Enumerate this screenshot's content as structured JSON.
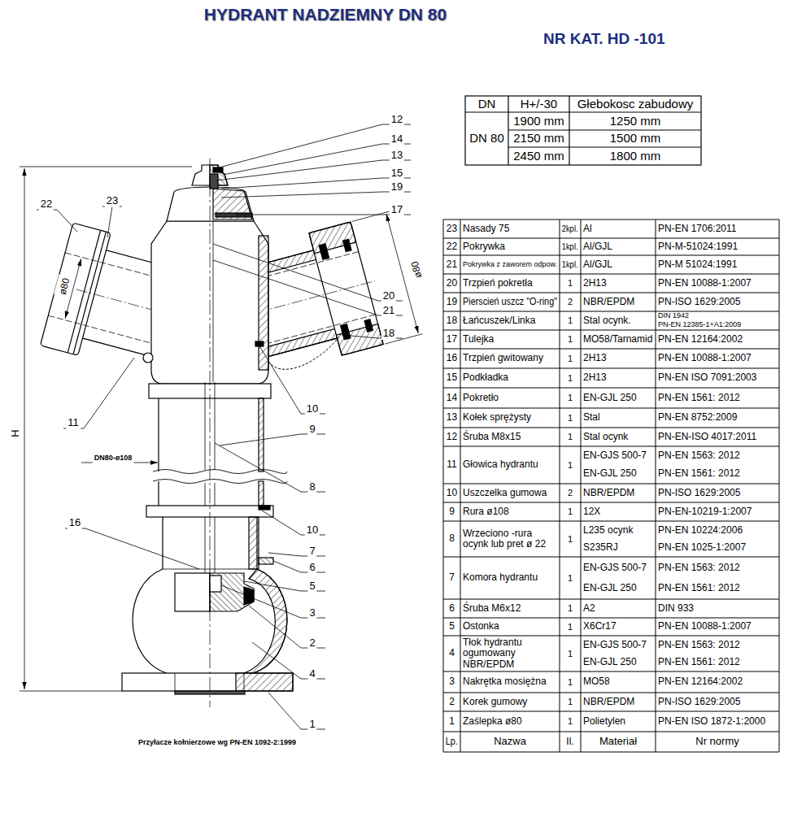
{
  "diagram": {
    "title": "HYDRANT NADZIEMNY DN 80",
    "labels": [
      "NR KAT. HD -101",
      "DN",
      "H+/-30",
      "Głebokosc zabudowy",
      "DN 80",
      "1900 mm",
      "1250 mm",
      "2150 mm",
      "1500 mm",
      "2450 mm",
      "1800 mm",
      "23",
      "Nasady 75",
      "2kpl.",
      "Al",
      "PN-EN 1706:2011",
      "22",
      "Pokrywka",
      "1kpl.",
      "Al/GJL",
      "PN-M-51024:1991",
      "21",
      "Pokrywka z zaworem odpow.",
      "1kpl.",
      "Al/GJL",
      "PN-M 51024:1991",
      "20",
      "Trzpień pokretła",
      "1",
      "2H13",
      "PN-EN 10088-1:2007",
      "19",
      "Pierscień uszcz \"O-ring\"",
      "2",
      "NBR/EPDM",
      "PN-ISO 1629:2005",
      "18",
      "Łańcuszek/Linka",
      "1",
      "Stal ocynk.",
      "DIN 1942",
      "PN-EN 12385-1+A1:2009",
      "17",
      "Tulejka",
      "1",
      "MO58/Tarnamid",
      "PN-EN 12164:2002",
      "16",
      "Trzpień gwitowany",
      "1",
      "2H13",
      "PN-EN 10088-1:2007",
      "15",
      "Podkładka",
      "1",
      "2H13",
      "PN-EN ISO 7091:2003",
      "14",
      "Pokretło",
      "1",
      "EN-GJL 250",
      "PN-EN 1561: 2012",
      "13",
      "Kołek sprężysty",
      "1",
      "Stal",
      "PN-EN 8752:2009",
      "12",
      "Śruba M8x15",
      "1",
      "Stal ocynk",
      "PN-EN-ISO 4017:2011",
      "11",
      "Głowica hydrantu",
      "1",
      "EN-GJS 500-7",
      "EN-GJL 250",
      "PN-EN 1563: 2012",
      "PN-EN 1561: 2012",
      "10",
      "Uszczelka gumowa",
      "2",
      "NBR/EPDM",
      "PN-ISO 1629:2005",
      "9",
      "Rura ø108",
      "1",
      "12X",
      "PN-EN-10219-1:2007",
      "8",
      "Wrzeciono -rura ocynk lub pret ø 22",
      "1",
      "L235 ocynk",
      "S235RJ",
      "PN-EN 10224:2006",
      "PN-EN 1025-1:2007",
      "7",
      "Komora hydrantu",
      "1",
      "EN-GJS 500-7",
      "EN-GJL 250",
      "PN-EN 1563: 2012",
      "PN-EN 1561: 2012",
      "6",
      "Śruba M6x12",
      "1",
      "A2",
      "DIN 933",
      "5",
      "Ostonka",
      "1",
      "X6Cr17",
      "PN-EN 10088-1:2007",
      "4",
      "Tłok hydrantu ogumowany NBR/EPDM",
      "1",
      "EN-GJS 500-7",
      "EN-GJL 250",
      "PN-EN 1563: 2012",
      "PN-EN 1561: 2012",
      "3",
      "Nakrętka mosiężna",
      "1",
      "MO58",
      "PN-EN 12164:2002",
      "2",
      "Korek gumowy",
      "1",
      "NBR/EPDM",
      "PN-ISO 1629:2005",
      "1",
      "Zaślepka ø80",
      "1",
      "Polietylen",
      "PN-EN ISO 1872-1:2000",
      "Lp.",
      "Nazwa",
      "Il.",
      "Materiał",
      "Nr normy",
      "12",
      "14",
      "13",
      "15",
      "19",
      "17",
      "22",
      "23",
      "20",
      "21",
      "18",
      "10",
      "11",
      "9",
      "8",
      "16",
      "10",
      "7",
      "6",
      "5",
      "3",
      "2",
      "4",
      "1",
      "ø80",
      "ø80",
      "DN80-ø108",
      "H",
      "Przyłacze kołnierzowe wg PN-EN 1092-2:1999"
    ]
  }
}
